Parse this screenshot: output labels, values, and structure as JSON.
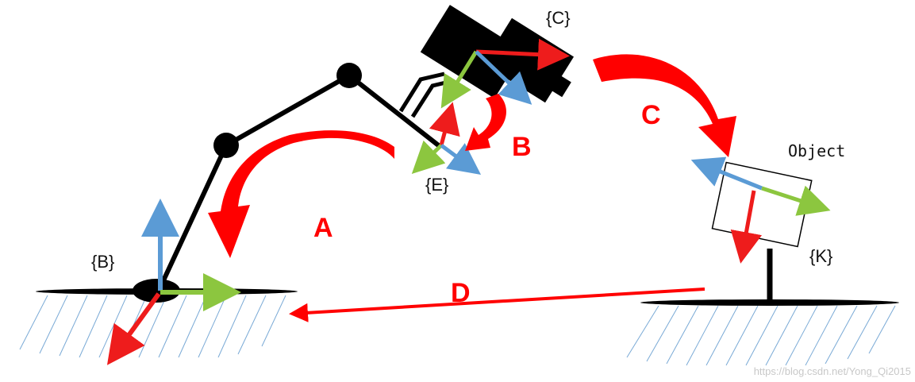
{
  "frames": {
    "base": "{B}",
    "camera": "{C}",
    "end_effector": "{E}",
    "marker": "{K}"
  },
  "object_label": "Object",
  "transforms": {
    "a": "A",
    "b": "B",
    "c": "C",
    "d": "D"
  },
  "watermark": "https://blog.csdn.net/Yong_Qi2015",
  "colors": {
    "axis_x": "#ee1c1c",
    "axis_y": "#8cc63f",
    "axis_z": "#5b9bd5",
    "transform_arrow": "#ff0000",
    "robot": "#000000",
    "hatch": "#7aaad6"
  }
}
